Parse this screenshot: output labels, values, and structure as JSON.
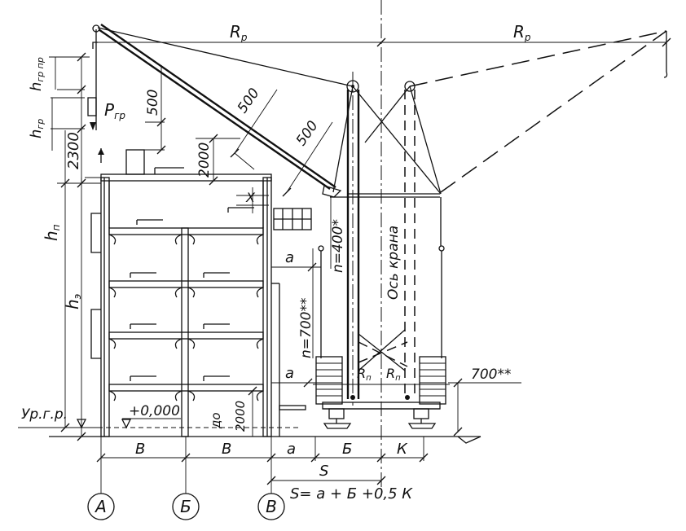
{
  "labels": {
    "radius": "R",
    "radius_sub": "p",
    "h_grpr": "h",
    "h_grpr_sub": "гр пр",
    "h_gr": "h",
    "h_gr_sub": "гр",
    "h_p": "h",
    "h_p_sub": "п",
    "h_e": "h",
    "h_e_sub": "э",
    "load": "P",
    "load_sub": "гр",
    "dim_500": "500",
    "dim_2000": "2000",
    "dim_2300": "2300",
    "dim_x": "X",
    "dim_a": "a",
    "n400": "n=400*",
    "n700": "n=700**",
    "crane_axis": "Ось крана",
    "r_p": "R",
    "r_p_sub": "п",
    "dim_700": "700**",
    "ground_level": "Ур.г.р.",
    "zero_level": "+0,000",
    "do_2000_a": "до",
    "do_2000_b": "2000",
    "dim_b": "В",
    "dim_bb": "Б",
    "dim_k": "К",
    "dim_s": "S",
    "formula": "S= a + Б +0,5 К"
  },
  "axes": [
    "А",
    "Б",
    "В"
  ]
}
